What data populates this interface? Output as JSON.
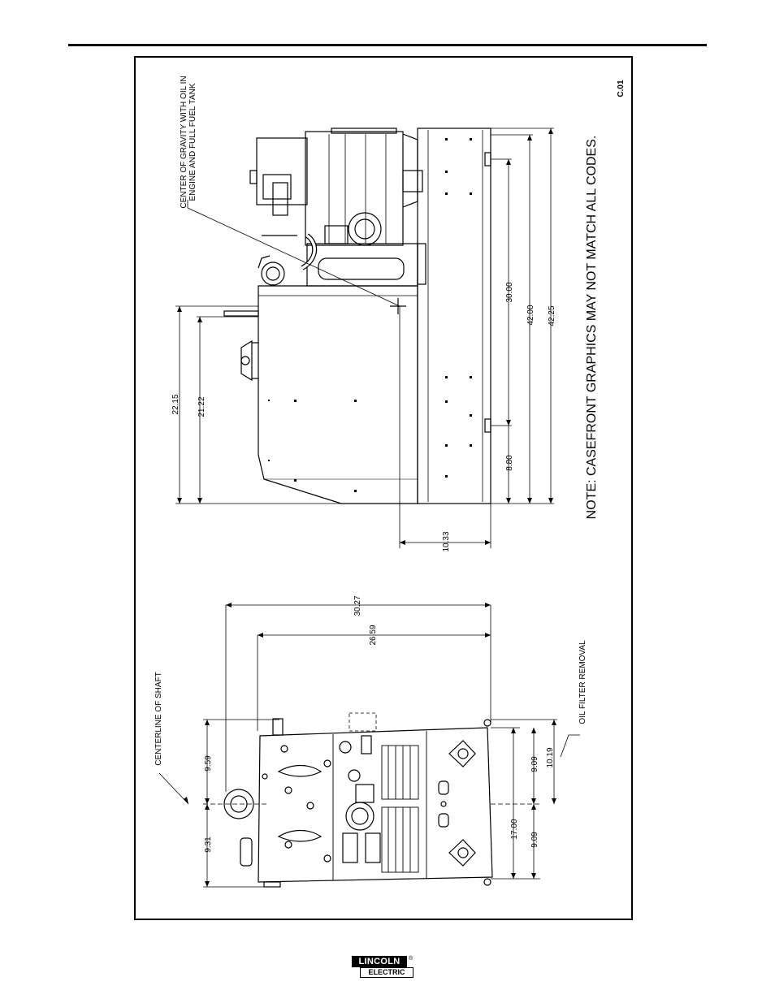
{
  "sheet": {
    "code": "C.01"
  },
  "notes": {
    "center_of_gravity": [
      "CENTER OF GRAVITY WITH OIL IN",
      "ENGINE AND FULL FUEL TANK"
    ],
    "casefront": "NOTE: CASEFRONT GRAPHICS MAY NOT MATCH ALL CODES.",
    "centerline": "CENTERLINE OF SHAFT",
    "oil_filter": "OIL FILTER REMOVAL"
  },
  "dimensions": {
    "height_overall": "22.15",
    "height_case": "21.22",
    "length_30": "30.00",
    "length_42": "42.00",
    "length_overall": "42.25",
    "offset_880": "8.80",
    "cog_offset": "10.33",
    "width_overall": "30.27",
    "width_base": "26.59",
    "shaft_upper": "9.59",
    "shaft_lower": "9.31",
    "base_half_upper": "9.09",
    "base_half_lower": "9.09",
    "base_width": "17.00",
    "filter_offset": "10.19"
  },
  "logo": {
    "top": "LINCOLN",
    "bottom": "ELECTRIC",
    "mark": "®"
  }
}
